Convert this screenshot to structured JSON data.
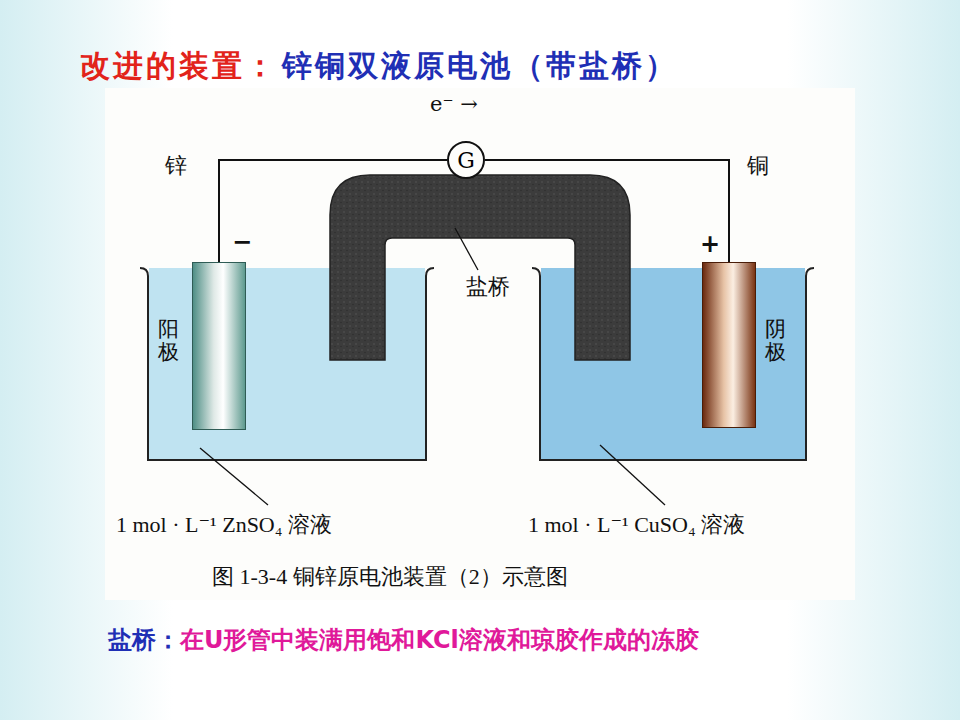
{
  "diagram": {
    "title": "锌铜双液原电池（带盐桥）",
    "caption": "图 1-3-4 铜锌原电池装置（2）示意图",
    "nodes": [
      {
        "text": [
          "锌"
        ]
      },
      {
        "text": [
          "G"
        ]
      },
      {
        "text": [
          "铜"
        ]
      }
    ],
    "edges": [
      {
        "from": 0,
        "to": 1,
        "arrow": "none"
      },
      {
        "from": 1,
        "to": 2,
        "arrow": "none"
      }
    ],
    "labels": [
      "改进的装置：",
      "e⁻ →",
      "−",
      "+",
      "盐桥",
      "阳极",
      "阴极",
      "1 mol · L⁻¹ ZnSO₄ 溶液",
      "1 mol · L⁻¹ CuSO₄ 溶液",
      "盐桥：",
      "在U形管中装满用饱和KCl溶液和琼胶作成的冻胶"
    ]
  }
}
